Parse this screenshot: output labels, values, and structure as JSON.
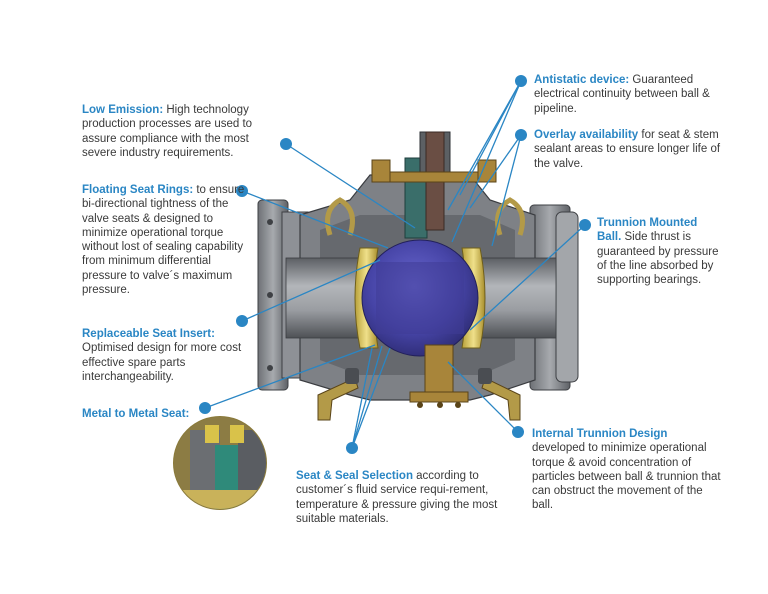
{
  "callouts": {
    "low_emission": {
      "title": "Low Emission:",
      "body": " High technology production processes are used to assure compliance with the most severe industry requirements."
    },
    "floating_seat": {
      "title": "Floating Seat Rings:",
      "body": " to ensure bi-directional tightness of the valve seats & designed to minimize operational torque without lost of sealing capability from minimum differential pressure to valve´s maximum pressure."
    },
    "replaceable_seat": {
      "title": "Replaceable Seat Insert:",
      "body": " Optimised design for more cost effective spare parts interchangeability."
    },
    "metal_seat": {
      "title": "Metal to Metal Seat:",
      "body": ""
    },
    "seat_seal": {
      "title": "Seat & Seal Selection",
      "body": " according to customer´s fluid service requi-rement, temperature & pressure giving the most suitable materials."
    },
    "antistatic": {
      "title": "Antistatic device:",
      "body": " Guaranteed electrical continuity between ball & pipeline."
    },
    "overlay": {
      "title": "Overlay availability",
      "body": " for seat & stem sealant areas to ensure longer life of the valve."
    },
    "trunnion_ball": {
      "title": "Trunnion Mounted Ball.",
      "body": " Side thrust is guaranteed by pressure of the line absorbed by supporting bearings."
    },
    "internal_trunnion": {
      "title": "Internal Trunnion Design",
      "body": " developed to minimize operational torque & avoid concentration of particles between ball & trunnion that can obstruct the movement of the ball."
    }
  },
  "colors": {
    "accent": "#2a86c4",
    "body_steel": "#8a8d92",
    "ball": "#4a48a8",
    "seat": "#d9c24a",
    "bronze": "#a8853a",
    "stem": "#3a6e6a"
  }
}
